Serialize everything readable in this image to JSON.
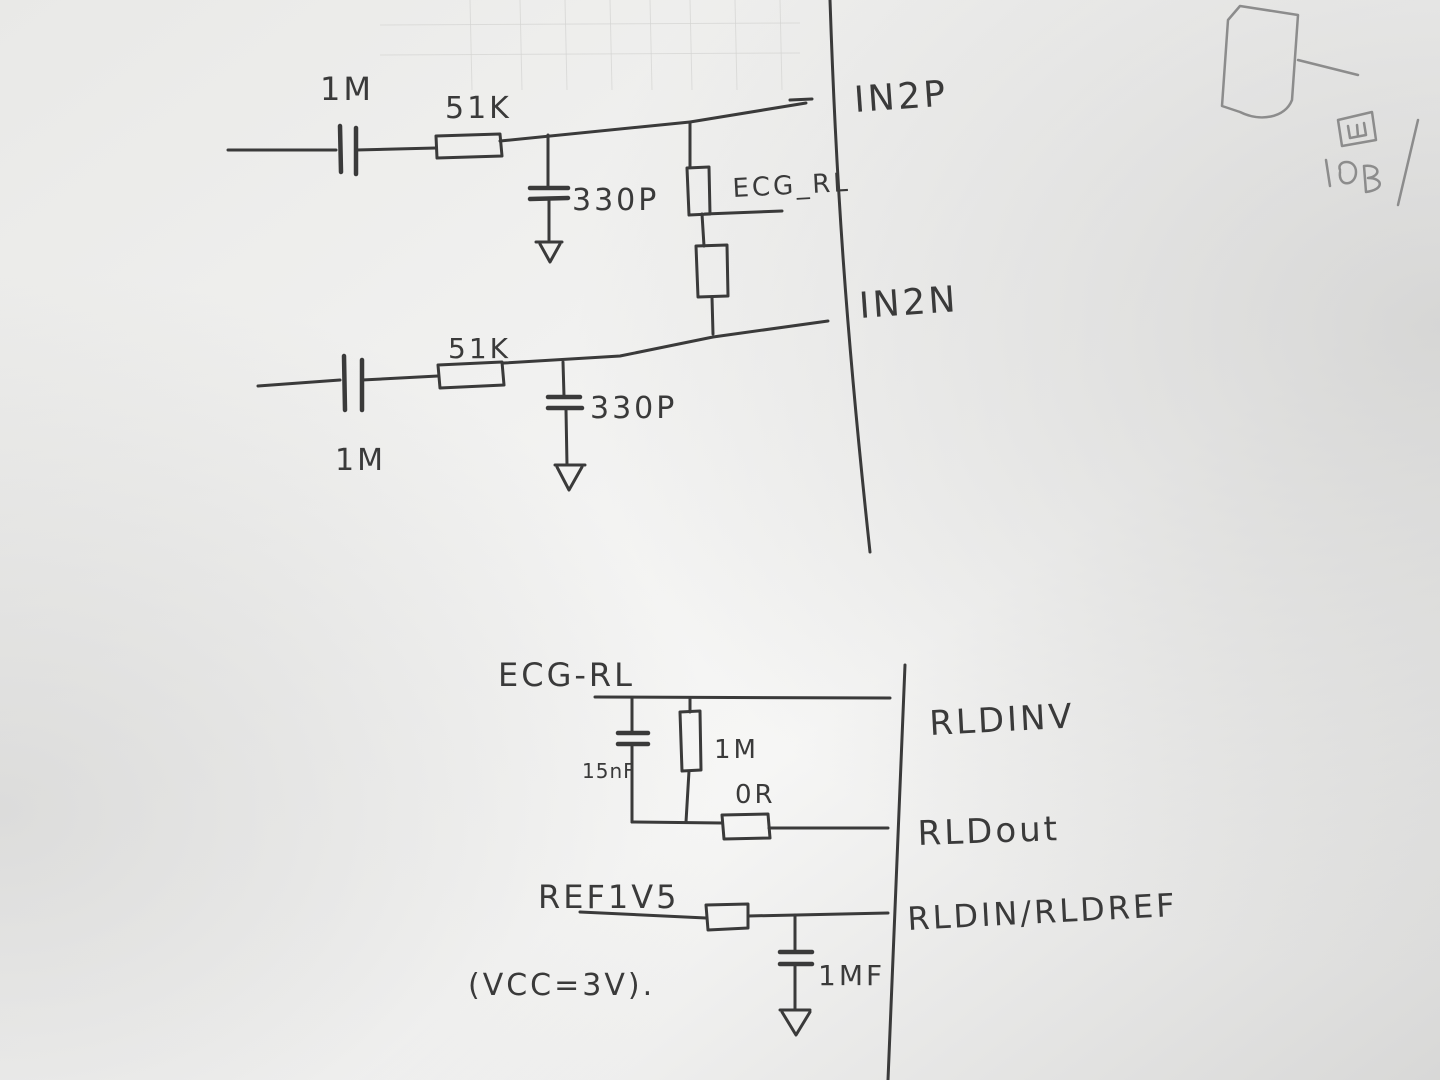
{
  "input_network": {
    "ip_coupling_cap": "1M",
    "ip_series_res": "51K",
    "ip_filter_cap": "330P",
    "ecg_rl_tap": "ECG_RL",
    "in2p_pin": "IN2P",
    "in2n_pin": "IN2N",
    "in_series_res": "51K",
    "in_filter_cap": "330P",
    "in_coupling_cap": "1M"
  },
  "rld_network": {
    "ecg_rl_net": "ECG-RL",
    "rldinv_pin": "RLDINV",
    "feedback_cap": "15nF",
    "feedback_res": "1M",
    "series_res": "0R",
    "rldout_pin": "RLDout",
    "ref_net": "REF1V5",
    "rldin_pin": "RLDIN/RLDREF",
    "ref_cap": "1MF",
    "supply_note": "(VCC=3V)."
  },
  "colors": {
    "ink": "#3a3a3a",
    "faint_ink": "#8c8c8c",
    "paper_light": "#f5f5f4",
    "paper_shadow": "#d6d6d5"
  }
}
